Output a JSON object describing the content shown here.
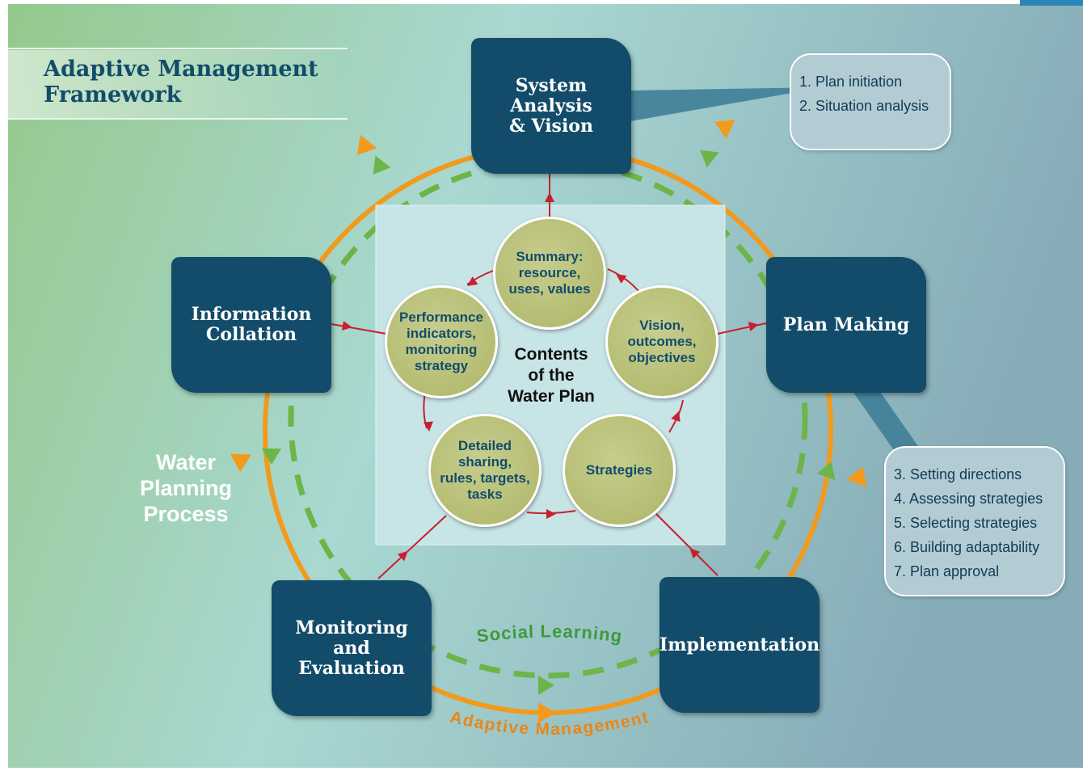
{
  "title": "Adaptive Management\nFramework",
  "stages": {
    "system_analysis": "System\nAnalysis\n& Vision",
    "plan_making": "Plan Making",
    "implementation": "Implementation",
    "monitoring": "Monitoring\nand\nEvaluation",
    "information": "Information\nCollation"
  },
  "callout_top": [
    "1. Plan initiation",
    "2. Situation analysis"
  ],
  "callout_right": [
    "3. Setting directions",
    "4. Assessing strategies",
    "5. Selecting strategies",
    "6. Building adaptability",
    "7. Plan approval"
  ],
  "center_label": "Contents\nof the\nWater Plan",
  "contents": {
    "summary": "Summary:\nresource,\nuses, values",
    "vision": "Vision,\noutcomes,\nobjectives",
    "strategies": "Strategies",
    "detailed": "Detailed\nsharing,\nrules, targets,\ntasks",
    "performance": "Performance\nindicators,\nmonitoring\nstrategy"
  },
  "process_label": "Water\nPlanning\nProcess",
  "social_learning": "Social Learning",
  "adaptive_management": "Adaptive Management",
  "colors": {
    "box": "#124c6a",
    "orange": "#f29a1c",
    "green_dash": "#6cb548",
    "red_arrow": "#c8202e",
    "circle_fill": "#b5bd73",
    "panel": "#c7e4e6"
  }
}
